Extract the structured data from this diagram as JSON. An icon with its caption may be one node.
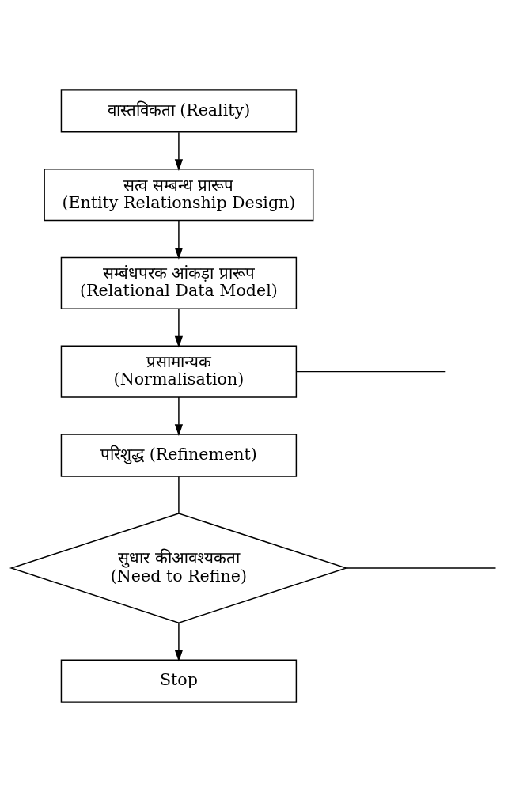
{
  "diagram": {
    "nodes": [
      {
        "text": [
          "वास्तविकता (Reality)"
        ]
      },
      {
        "text": [
          "सत्व सम्बन्ध प्रारूप",
          "(Entity Relationship Design)"
        ]
      },
      {
        "text": [
          "सम्बंधपरक आंकड़ा प्रारूप",
          "(Relational Data Model)"
        ]
      },
      {
        "text": [
          "प्रसामान्यक",
          "(Normalisation)"
        ]
      },
      {
        "text": [
          "परिशुद्ध (Refinement)"
        ]
      },
      {
        "text": [
          "सुधार कीआवश्यकता",
          "(Need to Refine)"
        ]
      },
      {
        "text": [
          "Stop"
        ]
      }
    ],
    "edges": [
      {
        "from": 0,
        "to": 1,
        "arrow": "to"
      },
      {
        "from": 1,
        "to": 2,
        "arrow": "to"
      },
      {
        "from": 2,
        "to": 3,
        "arrow": "to"
      },
      {
        "from": 3,
        "to": 4,
        "arrow": "to"
      },
      {
        "from": 4,
        "to": 5,
        "arrow": "none"
      },
      {
        "from": 5,
        "to": 6,
        "arrow": "to"
      },
      {
        "from": 3,
        "to": null,
        "arrow": "none"
      },
      {
        "from": 5,
        "to": null,
        "arrow": "none"
      }
    ]
  }
}
